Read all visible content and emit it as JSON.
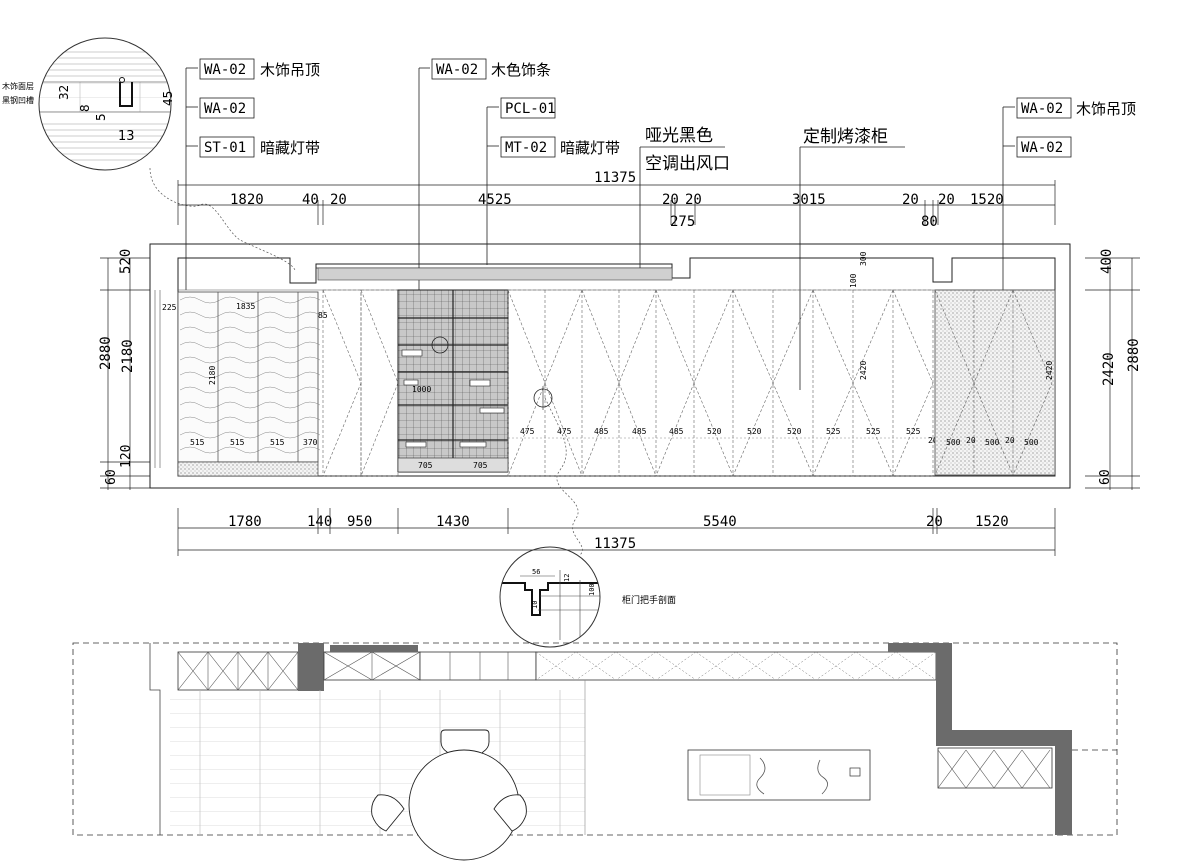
{
  "labels": {
    "l1": {
      "code": "WA-02",
      "text": "木饰吊顶"
    },
    "l2": {
      "code": "WA-02",
      "text": ""
    },
    "l3": {
      "code": "ST-01",
      "text": "暗藏灯带"
    },
    "l4": {
      "code": "WA-02",
      "text": "木色饰条"
    },
    "l5": {
      "code": "PCL-01",
      "text": ""
    },
    "l6": {
      "code": "MT-02",
      "text": "暗藏灯带"
    },
    "l7": {
      "code": "WA-02",
      "text": "木饰吊顶"
    },
    "l8": {
      "code": "WA-02",
      "text": ""
    }
  },
  "notes": {
    "vent_line1": "哑光黑色",
    "vent_line2": "空调出风口",
    "cabinet": "定制烤漆柜",
    "handle_section": "柜门把手剖面"
  },
  "detail_top": {
    "layer1": "木饰面层",
    "layer2": "黑钢凹槽",
    "d32": "32",
    "d8": "8",
    "d5": "5",
    "d45": "45",
    "d13": "13"
  },
  "detail_bottom": {
    "d56": "56",
    "d12": "12",
    "d100": "100",
    "d10": "10"
  },
  "dims_top": {
    "total": "11375",
    "segs": [
      "1820",
      "40",
      "20",
      "4525",
      "20",
      "20",
      "275",
      "3015",
      "20",
      "20",
      "80",
      "1520"
    ]
  },
  "dims_bottom": {
    "total": "11375",
    "segs": [
      "1780",
      "140",
      "950",
      "1430",
      "5540",
      "20",
      "1520"
    ]
  },
  "dims_left": {
    "overall": "2880",
    "top": "520",
    "mid": "2180",
    "base": "120",
    "floor": "60"
  },
  "dims_right": {
    "overall": "2880",
    "top": "400",
    "mid": "2420",
    "floor": "60"
  },
  "inner": {
    "left_widths": [
      "515",
      "515",
      "515",
      "370"
    ],
    "left_top_a": "225",
    "left_top_b": "1835",
    "left_height": "2180",
    "mark_85": "85",
    "shelf_widths": [
      "705",
      "705"
    ],
    "shelf_mark": "1000",
    "cab_widths": [
      "475",
      "475",
      "485",
      "485",
      "485",
      "520",
      "520",
      "520",
      "525",
      "525",
      "525"
    ],
    "cab_gap": "20",
    "cab_h1": "2420",
    "cab_h2": "2420",
    "cab_top_a": "100",
    "cab_top_b": "300",
    "right_widths": [
      "500",
      "500",
      "500"
    ],
    "right_gap_a": "20",
    "right_gap_b": "20",
    "right_h": "2420"
  }
}
